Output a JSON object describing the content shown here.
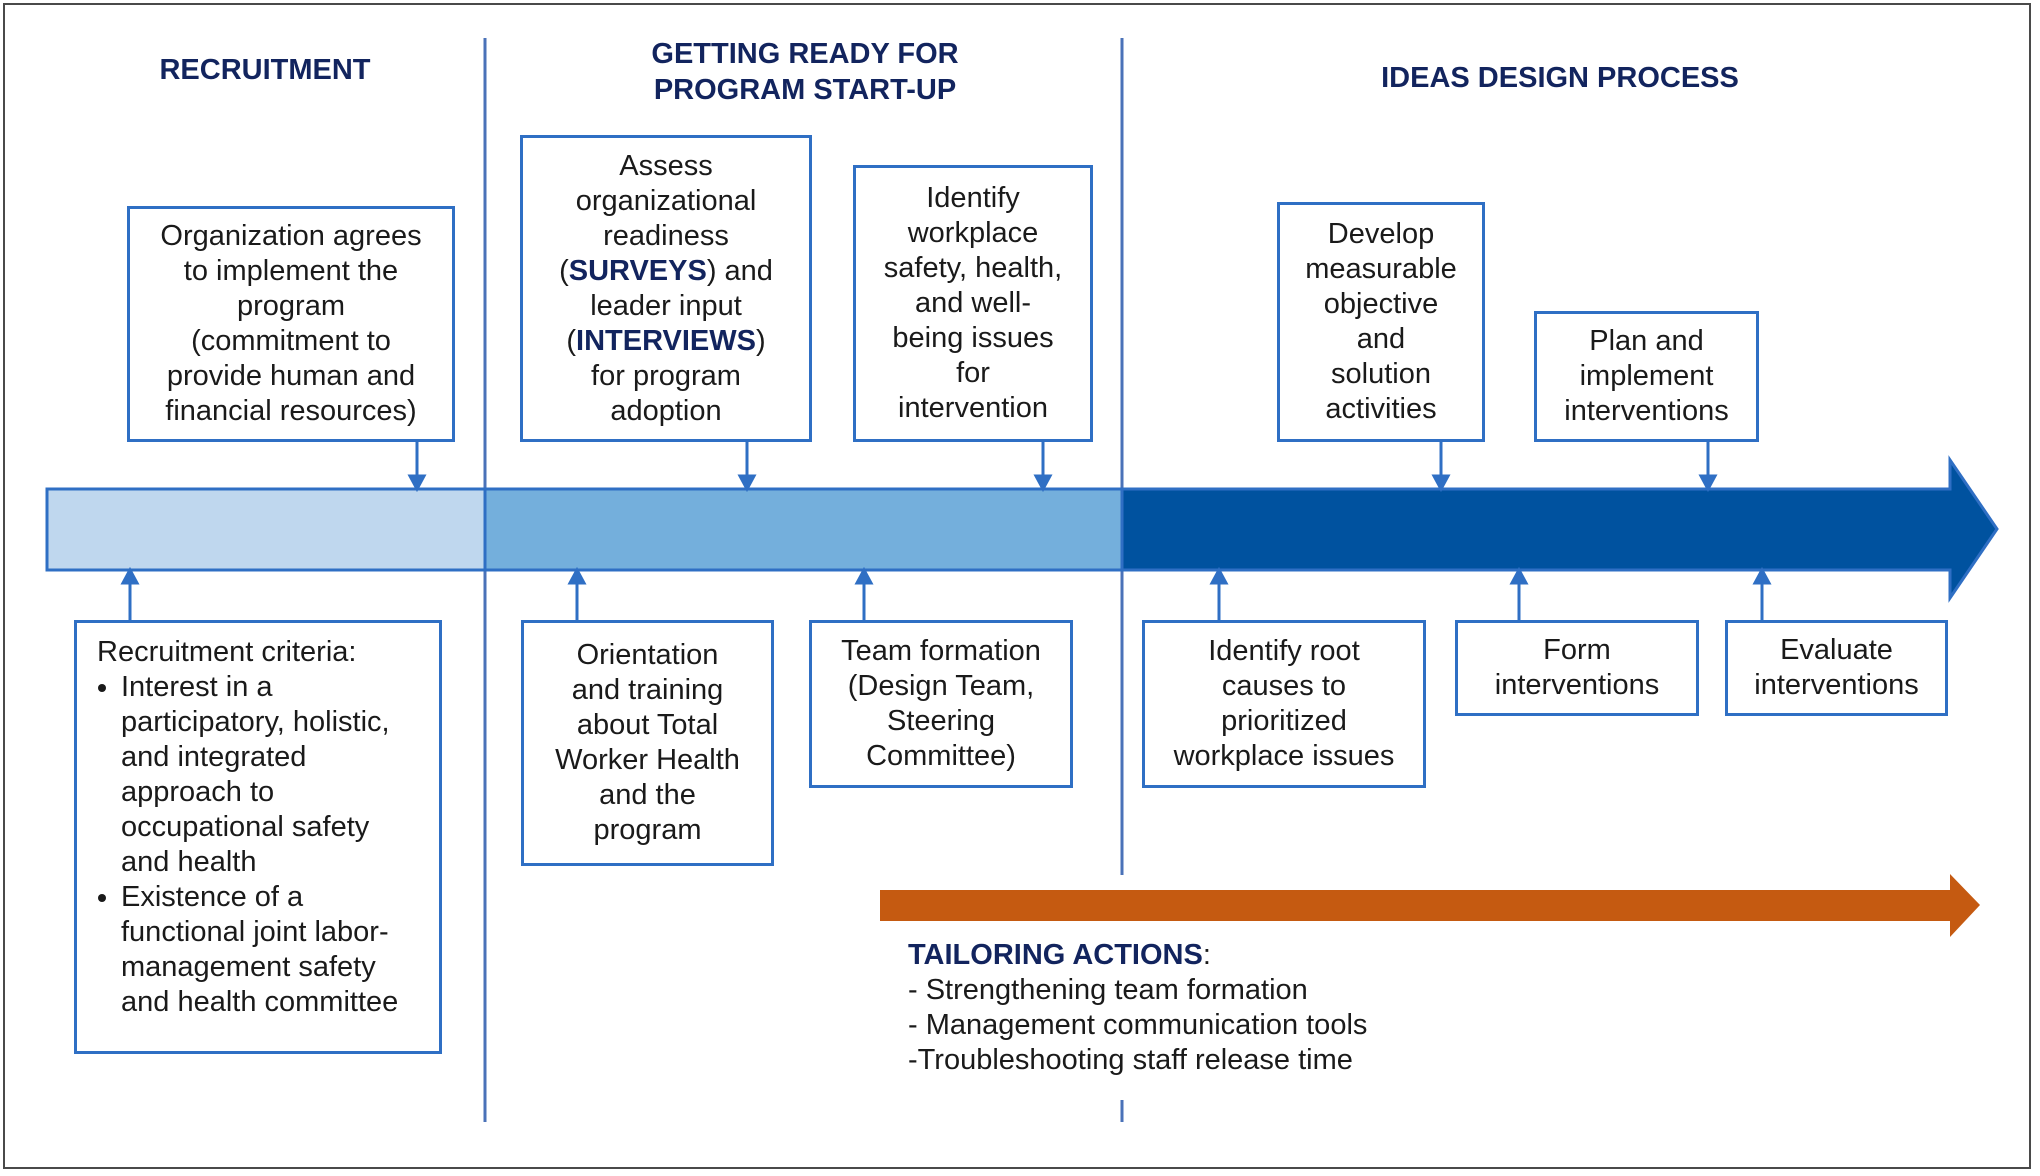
{
  "phases": [
    {
      "title_lines": [
        "RECRUITMENT"
      ]
    },
    {
      "title_lines": [
        "GETTING READY FOR",
        "PROGRAM START-UP"
      ]
    },
    {
      "title_lines": [
        "IDEAS DESIGN PROCESS"
      ]
    }
  ],
  "top_boxes": {
    "org_agrees": [
      "Organization agrees",
      "to implement the",
      "program",
      "(commitment to",
      "provide human and",
      "financial resources)"
    ],
    "assess": {
      "l1": "Assess",
      "l2": "organizational",
      "l3": "readiness",
      "l4_pre": "(",
      "l4_bold": "SURVEYS",
      "l4_post": ") and",
      "l5": "leader input",
      "l6_pre": "(",
      "l6_bold": "INTERVIEWS",
      "l6_post": ")",
      "l7": "for program",
      "l8": "adoption"
    },
    "identify_issues": [
      "Identify",
      "workplace",
      "safety, health,",
      "and well-",
      "being issues",
      "for",
      "intervention"
    ],
    "develop": [
      "Develop",
      "measurable",
      "objective",
      "and",
      "solution",
      "activities"
    ],
    "plan": [
      "Plan and",
      "implement",
      "interventions"
    ]
  },
  "bottom_boxes": {
    "recruitment_criteria": {
      "heading": "Recruitment criteria:",
      "items": [
        "Interest in a participatory, holistic, and integrated approach to occupational safety and health",
        "Existence of a functional joint labor-management safety and health committee"
      ]
    },
    "orientation": [
      "Orientation",
      "and training",
      "about Total",
      "Worker Health",
      "and the",
      "program"
    ],
    "team_formation": [
      "Team formation",
      "(Design Team,",
      "Steering",
      "Committee)"
    ],
    "root_causes": [
      "Identify root",
      "causes to",
      "prioritized",
      "workplace issues"
    ],
    "form": [
      "Form",
      "interventions"
    ],
    "evaluate": [
      "Evaluate",
      "interventions"
    ]
  },
  "tailoring": {
    "title": "TAILORING ACTIONS",
    "colon": ":",
    "items": [
      "- Strengthening team formation",
      "- Management communication tools",
      "-Troubleshooting staff release time"
    ]
  },
  "colors": {
    "phase1_fill": "#bfd7ee",
    "phase2_fill": "#74afdc",
    "phase3_fill": "#00529f",
    "outline": "#2f6fc4",
    "divider": "#4a72b8",
    "heading_text": "#12245e",
    "tailoring_arrow": "#c55a11"
  }
}
